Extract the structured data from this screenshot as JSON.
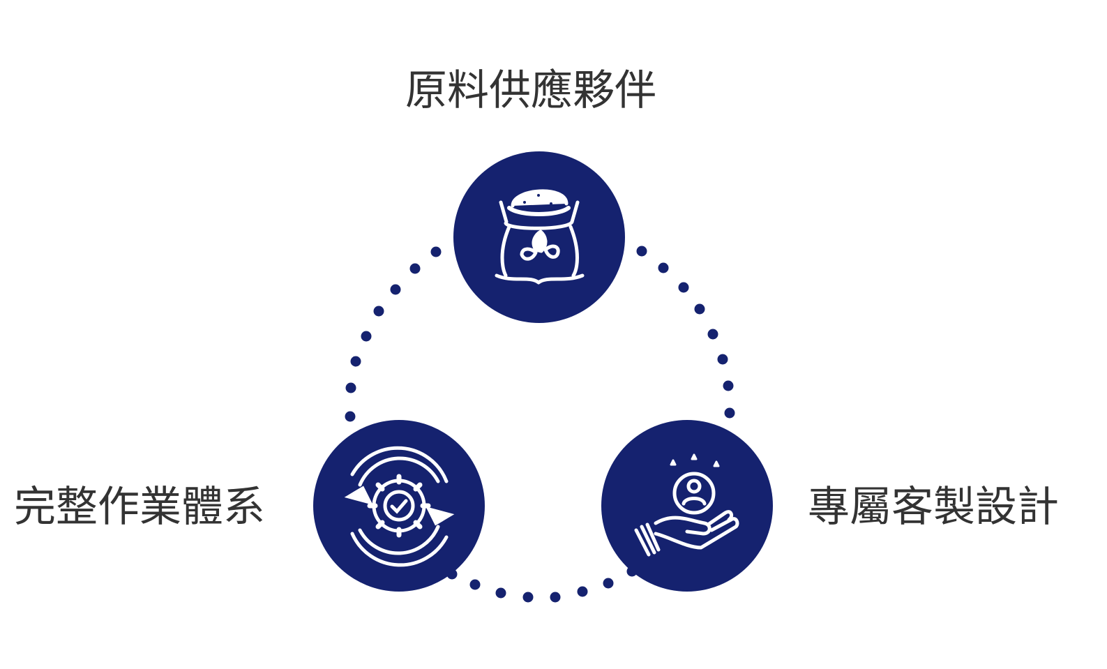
{
  "diagram": {
    "nodes": [
      {
        "id": "raw-material",
        "label": "原料供應夥伴",
        "icon": "grain-sack-icon"
      },
      {
        "id": "operation-system",
        "label": "完整作業體系",
        "icon": "gear-cycle-icon"
      },
      {
        "id": "custom-design",
        "label": "專屬客製設計",
        "icon": "customer-hand-icon"
      }
    ],
    "colors": {
      "node_fill": "#15226F",
      "dot": "#15226F",
      "icon": "#ffffff",
      "text": "#333333"
    }
  }
}
